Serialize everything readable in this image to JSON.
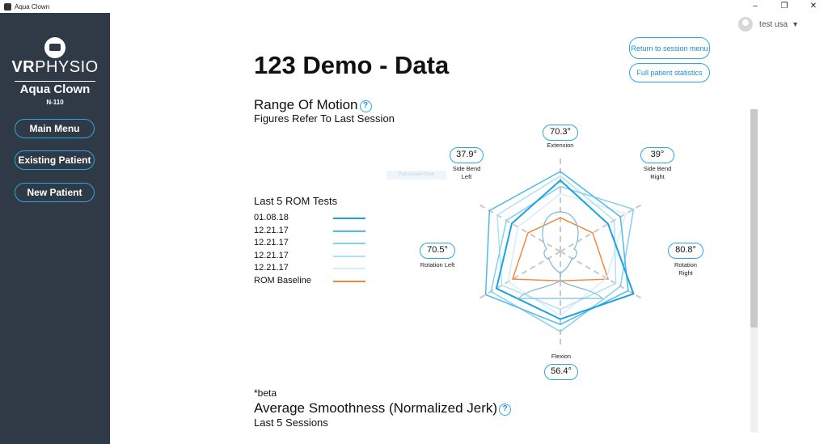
{
  "window": {
    "title": "Aqua Clown",
    "icon": "app-icon",
    "controls": [
      "–",
      "❐",
      "✕"
    ]
  },
  "sidebar": {
    "brand_bold": "VR",
    "brand_light": "PHYSIO",
    "game_name": "Aqua Clown",
    "game_code": "N-110",
    "buttons": {
      "main_menu": "Main Menu",
      "existing_patient": "Existing Patient",
      "new_patient": "New Patient"
    }
  },
  "user": {
    "name": "test usa",
    "caret": "▼"
  },
  "header": {
    "title": "123 Demo - Data",
    "return_button": "Return to session menu",
    "stats_button": "Full patient statistics"
  },
  "rom": {
    "title": "Range Of Motion",
    "help": "?",
    "subtitle": "Figures Refer To Last Session",
    "legend_title": "Last 5 ROM Tests",
    "legend": [
      {
        "label": "01.08.18",
        "color": "#1aa3e0"
      },
      {
        "label": "12.21.17",
        "color": "#4fb9ea"
      },
      {
        "label": "12.21.17",
        "color": "#86cff1"
      },
      {
        "label": "12.21.17",
        "color": "#b3e0f6"
      },
      {
        "label": "12.21.17",
        "color": "#d6eefa"
      },
      {
        "label": "ROM Baseline",
        "color": "#f08a3e"
      }
    ],
    "ghost_text": "Full-screen Shot"
  },
  "smoothness": {
    "beta": "*beta",
    "title": "Average Smoothness (Normalized Jerk)",
    "help": "?",
    "subtitle": "Last 5 Sessions"
  },
  "chart_data": {
    "type": "radar",
    "axes": [
      {
        "name": "Extension",
        "value": "70.3°"
      },
      {
        "name": "Side Bend Right",
        "value": "39°"
      },
      {
        "name": "Rotation Right",
        "value": "80.8°"
      },
      {
        "name": "Flexion",
        "value": "56.4°"
      },
      {
        "name": "Rotation Left",
        "value": "70.5°"
      },
      {
        "name": "Side Bend Left",
        "value": "37.9°"
      }
    ],
    "series": [
      {
        "name": "01.08.18",
        "color": "#1aa3e0",
        "values": [
          0.8,
          0.62,
          0.95,
          0.76,
          0.83,
          0.63
        ]
      },
      {
        "name": "12.21.17",
        "color": "#4fb9ea",
        "values": [
          0.9,
          0.78,
          0.88,
          0.82,
          0.97,
          0.92
        ]
      },
      {
        "name": "12.21.17",
        "color": "#86cff1",
        "values": [
          0.73,
          0.95,
          0.78,
          0.9,
          0.9,
          0.7
        ]
      },
      {
        "name": "12.21.17",
        "color": "#b3e0f6",
        "values": [
          0.85,
          0.7,
          0.72,
          0.65,
          0.76,
          0.82
        ]
      },
      {
        "name": "12.21.17",
        "color": "#d6eefa",
        "values": [
          0.65,
          0.85,
          0.6,
          0.72,
          0.68,
          0.55
        ]
      },
      {
        "name": "ROM Baseline",
        "color": "#f08a3e",
        "values": [
          0.38,
          0.42,
          0.62,
          0.33,
          0.62,
          0.42
        ]
      }
    ]
  }
}
